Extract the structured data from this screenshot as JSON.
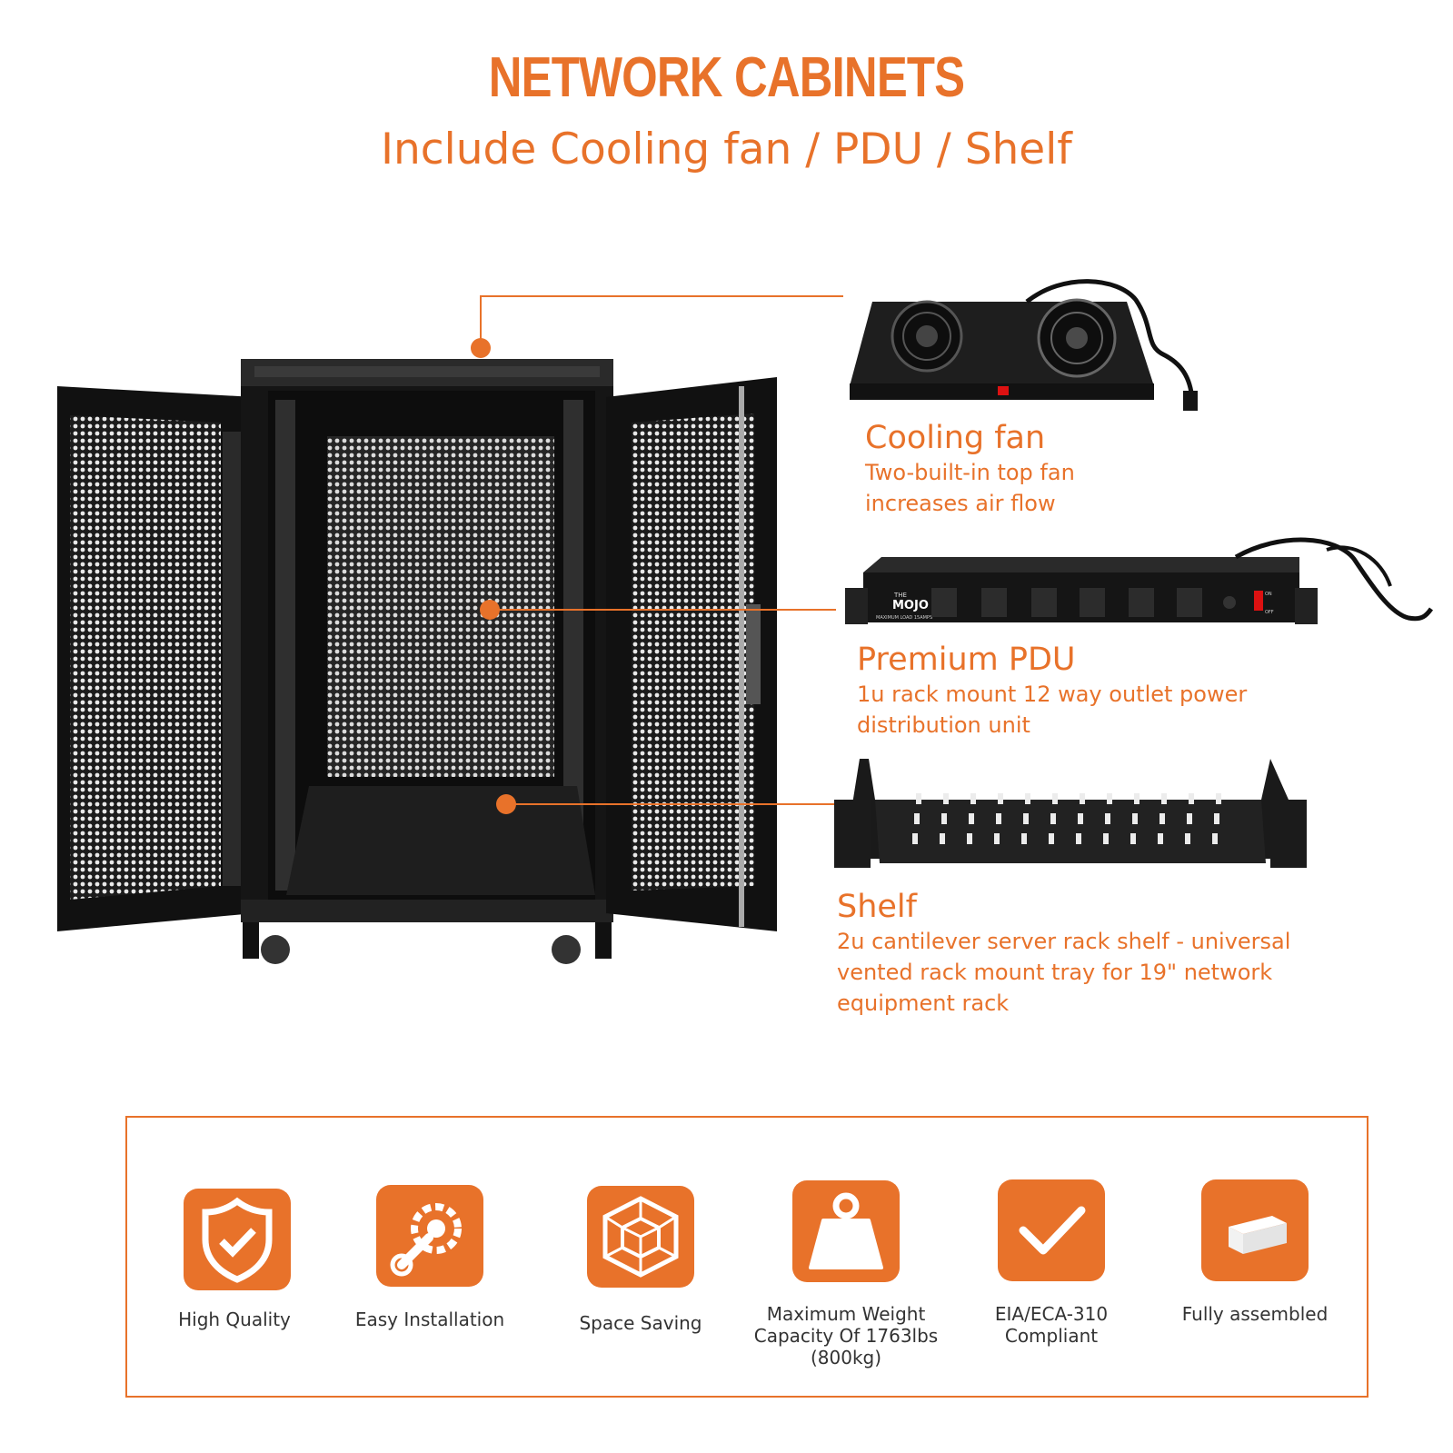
{
  "header": {
    "title": "NETWORK CABINETS",
    "subtitle": "Include Cooling fan / PDU / Shelf"
  },
  "features": [
    {
      "title": "Cooling fan",
      "desc_lines": [
        "Two-built-in top fan",
        "increases air flow"
      ]
    },
    {
      "title": "Premium PDU",
      "desc_lines": [
        "1u rack mount 12 way outlet power",
        "distribution unit"
      ]
    },
    {
      "title": "Shelf",
      "desc_lines": [
        "2u cantilever server rack shelf - universal",
        "vented rack mount tray for 19\" network",
        "equipment rack"
      ]
    }
  ],
  "pdu_print": {
    "brand": "MOJO",
    "brand_small": "THE",
    "load": "MAXIMUM LOAD 15AMPS",
    "on": "ON",
    "off": "OFF"
  },
  "badges": [
    {
      "icon": "shield-check-icon",
      "label_lines": [
        "High Quality"
      ]
    },
    {
      "icon": "wrench-gear-icon",
      "label_lines": [
        "Easy Installation"
      ]
    },
    {
      "icon": "cube-icon",
      "label_lines": [
        "Space Saving"
      ]
    },
    {
      "icon": "weight-icon",
      "label_lines": [
        "Maximum Weight",
        "Capacity Of 1763lbs (800kg)"
      ]
    },
    {
      "icon": "checkmark-icon",
      "label_lines": [
        "EIA/ECA-310",
        "Compliant"
      ]
    },
    {
      "icon": "eraser-block-icon",
      "label_lines": [
        "Fully assembled"
      ]
    }
  ],
  "colors": {
    "accent": "#e8722a",
    "product": "#1a1a1a",
    "text_gray": "#333333"
  }
}
